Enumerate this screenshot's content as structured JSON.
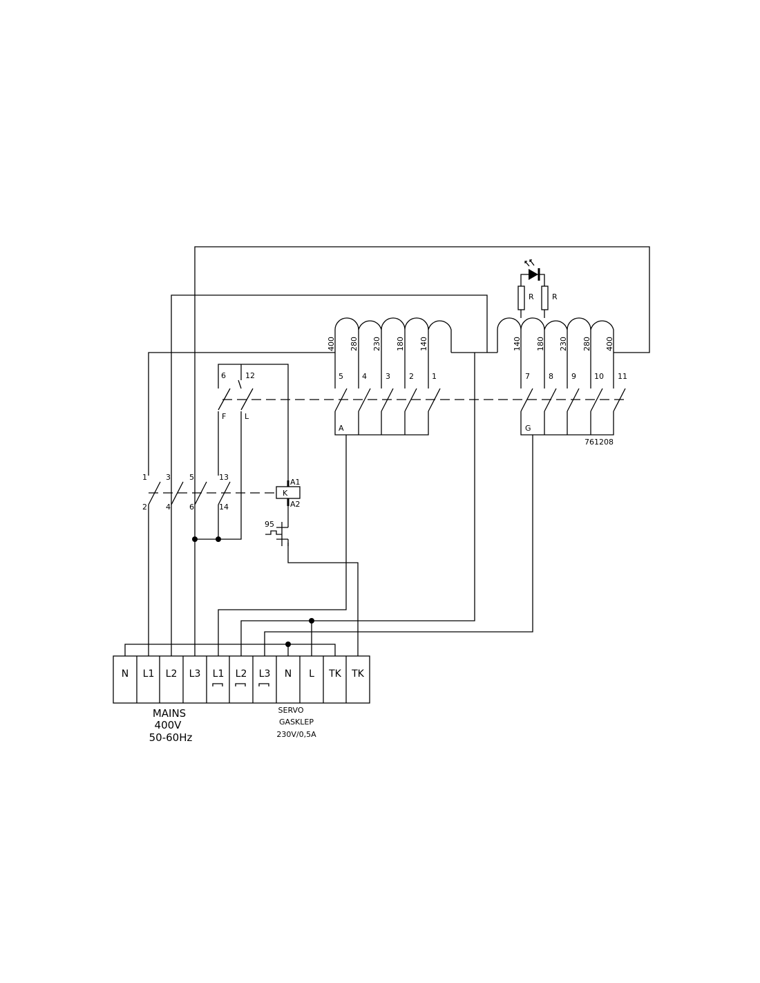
{
  "contactor": {
    "pins_top": [
      "1",
      "3",
      "5",
      "13"
    ],
    "pins_bottom": [
      "2",
      "4",
      "6",
      "14"
    ],
    "coil": "K",
    "a1": "A1",
    "a2": "A2",
    "overload": "95"
  },
  "selector": {
    "pin_a": "6",
    "pin_b": "12",
    "label_f": "F",
    "label_l": "L"
  },
  "left_winding": {
    "voltages": [
      "400",
      "280",
      "230",
      "180",
      "140"
    ],
    "pins": [
      "5",
      "4",
      "3",
      "2",
      "1"
    ],
    "common": "A"
  },
  "right_winding": {
    "voltages": [
      "140",
      "180",
      "230",
      "280",
      "400"
    ],
    "pins": [
      "7",
      "8",
      "9",
      "10",
      "11"
    ],
    "common": "G"
  },
  "indicator": {
    "resistor_1": "R",
    "resistor_2": "R"
  },
  "drawing_number": "761208",
  "terminals": [
    "N",
    "L1",
    "L2",
    "L3",
    "L1",
    "L2",
    "L3",
    "N",
    "L",
    "TK",
    "TK"
  ],
  "mains": {
    "line1": "MAINS",
    "line2": "400V",
    "line3": "50-60Hz"
  },
  "servo": {
    "line1": "SERVO",
    "line2": "GASKLEP",
    "line3": "230V/0,5A"
  }
}
